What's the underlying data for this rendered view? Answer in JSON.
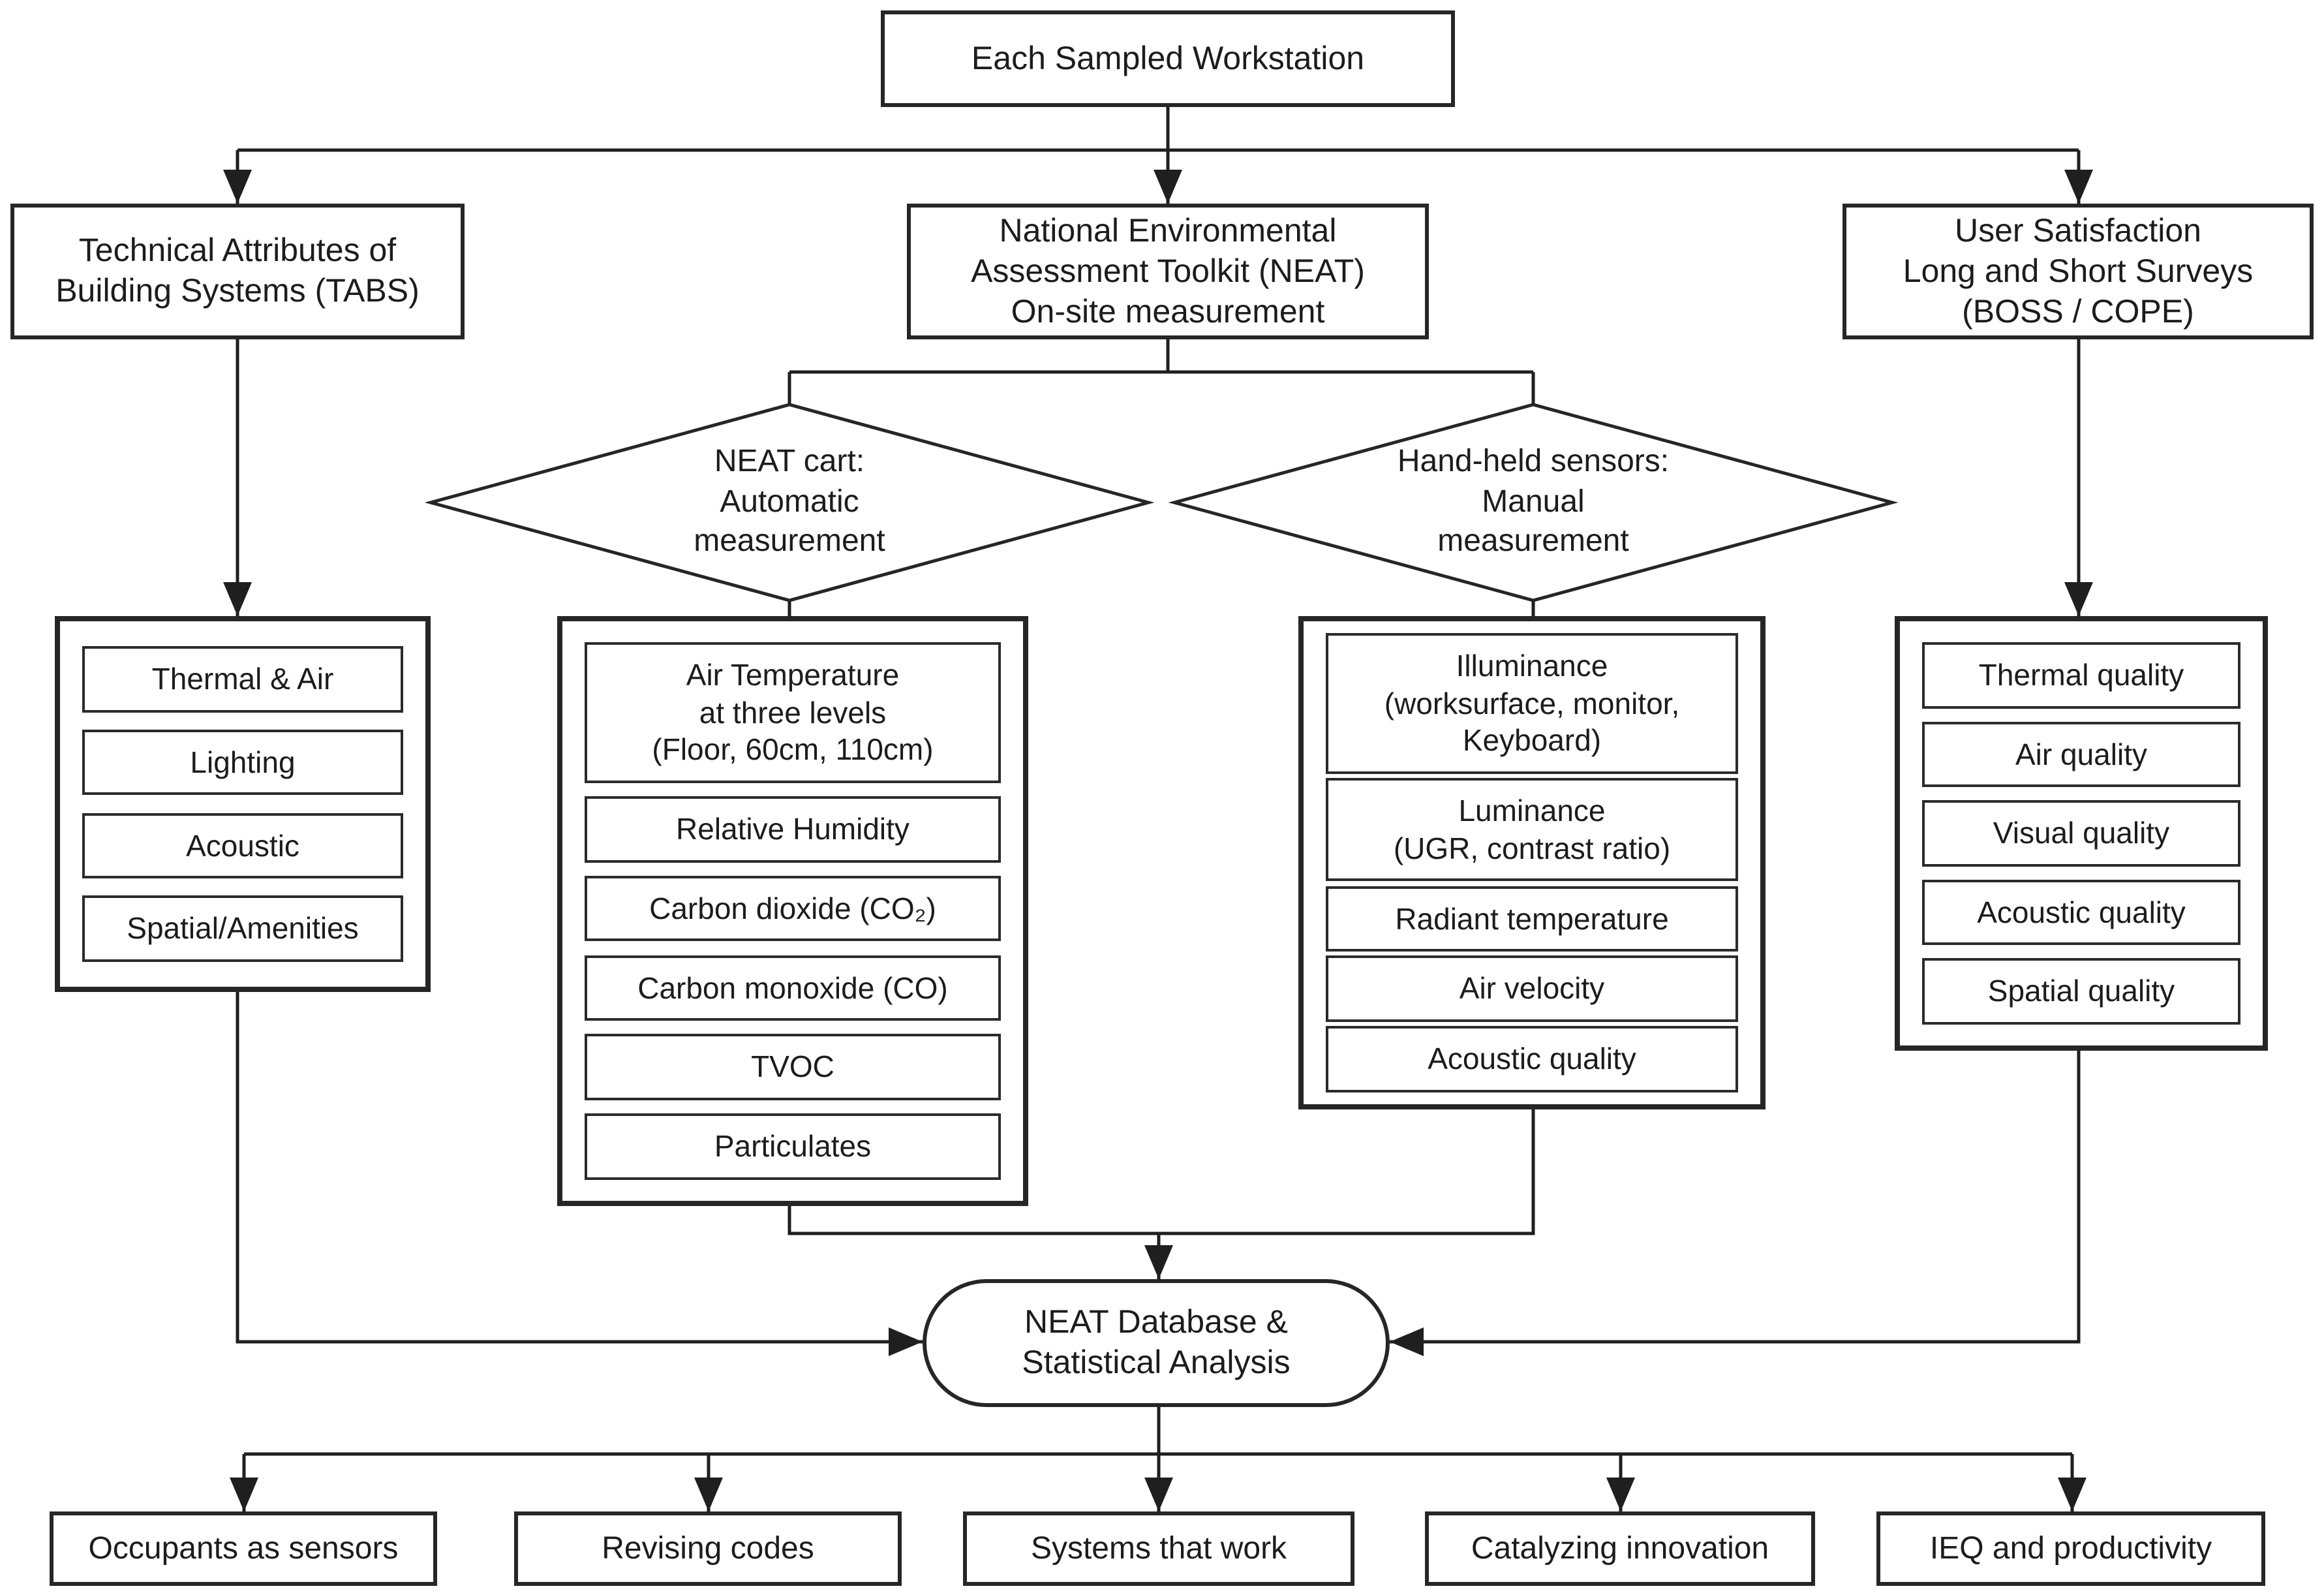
{
  "diagram": {
    "root": "Each Sampled Workstation",
    "branches": {
      "tabs": "Technical Attributes of\nBuilding Systems (TABS)",
      "neat": "National Environmental\nAssessment Toolkit (NEAT)\nOn-site measurement",
      "survey": "User Satisfaction\nLong and Short Surveys\n(BOSS / COPE)"
    },
    "decisions": {
      "cart": "NEAT cart:\nAutomatic\nmeasurement",
      "handheld": "Hand-held sensors:\nManual\nmeasurement"
    },
    "groups": {
      "tabs_items": [
        "Thermal & Air",
        "Lighting",
        "Acoustic",
        "Spatial/Amenities"
      ],
      "cart_items": [
        "Air Temperature\nat three levels\n(Floor, 60cm, 110cm)",
        "Relative Humidity",
        "Carbon dioxide (CO₂)",
        "Carbon monoxide (CO)",
        "TVOC",
        "Particulates"
      ],
      "handheld_items": [
        "Illuminance\n(worksurface, monitor,\nKeyboard)",
        "Luminance\n(UGR, contrast ratio)",
        "Radiant temperature",
        "Air velocity",
        "Acoustic quality"
      ],
      "survey_items": [
        "Thermal quality",
        "Air quality",
        "Visual quality",
        "Acoustic quality",
        "Spatial quality"
      ]
    },
    "database": "NEAT Database &\nStatistical Analysis",
    "outputs": [
      "Occupants as sensors",
      "Revising codes",
      "Systems that work",
      "Catalyzing innovation",
      "IEQ and productivity"
    ]
  },
  "colors": {
    "ink": "#1f1f1f",
    "background": "#ffffff"
  }
}
